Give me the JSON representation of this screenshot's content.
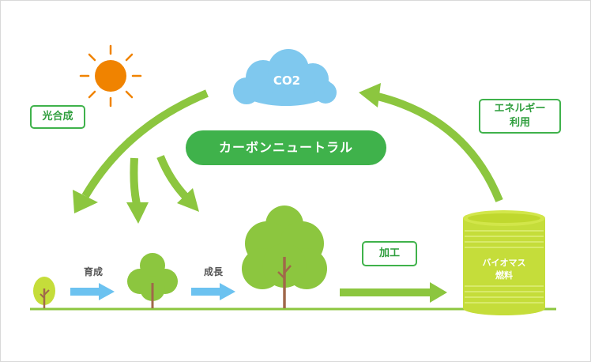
{
  "colors": {
    "green": "#3fb24b",
    "arrow_green": "#8cc63f",
    "tree_green": "#8cc63f",
    "trunk": "#a0684a",
    "sun": "#f08300",
    "cloud": "#7fc8ee",
    "flow_arrow_blue": "#6cc2f0",
    "biomass_tank": "#c5dd3a",
    "ground": "#8cc63f"
  },
  "labels": {
    "photosynthesis": "光合成",
    "energy_use_line1": "エネルギー",
    "energy_use_line2": "利用",
    "processing": "加工",
    "growth_sprout": "育成",
    "growth": "成長",
    "co2": "CO2",
    "carbon_neutral": "カーボンニュートラル",
    "biomass_line1": "バイオマス",
    "biomass_line2": "燃料"
  },
  "icons": [
    "sun-icon",
    "cloud-icon",
    "sapling-icon",
    "small-tree-icon",
    "large-tree-icon",
    "biomass-tank-icon"
  ]
}
